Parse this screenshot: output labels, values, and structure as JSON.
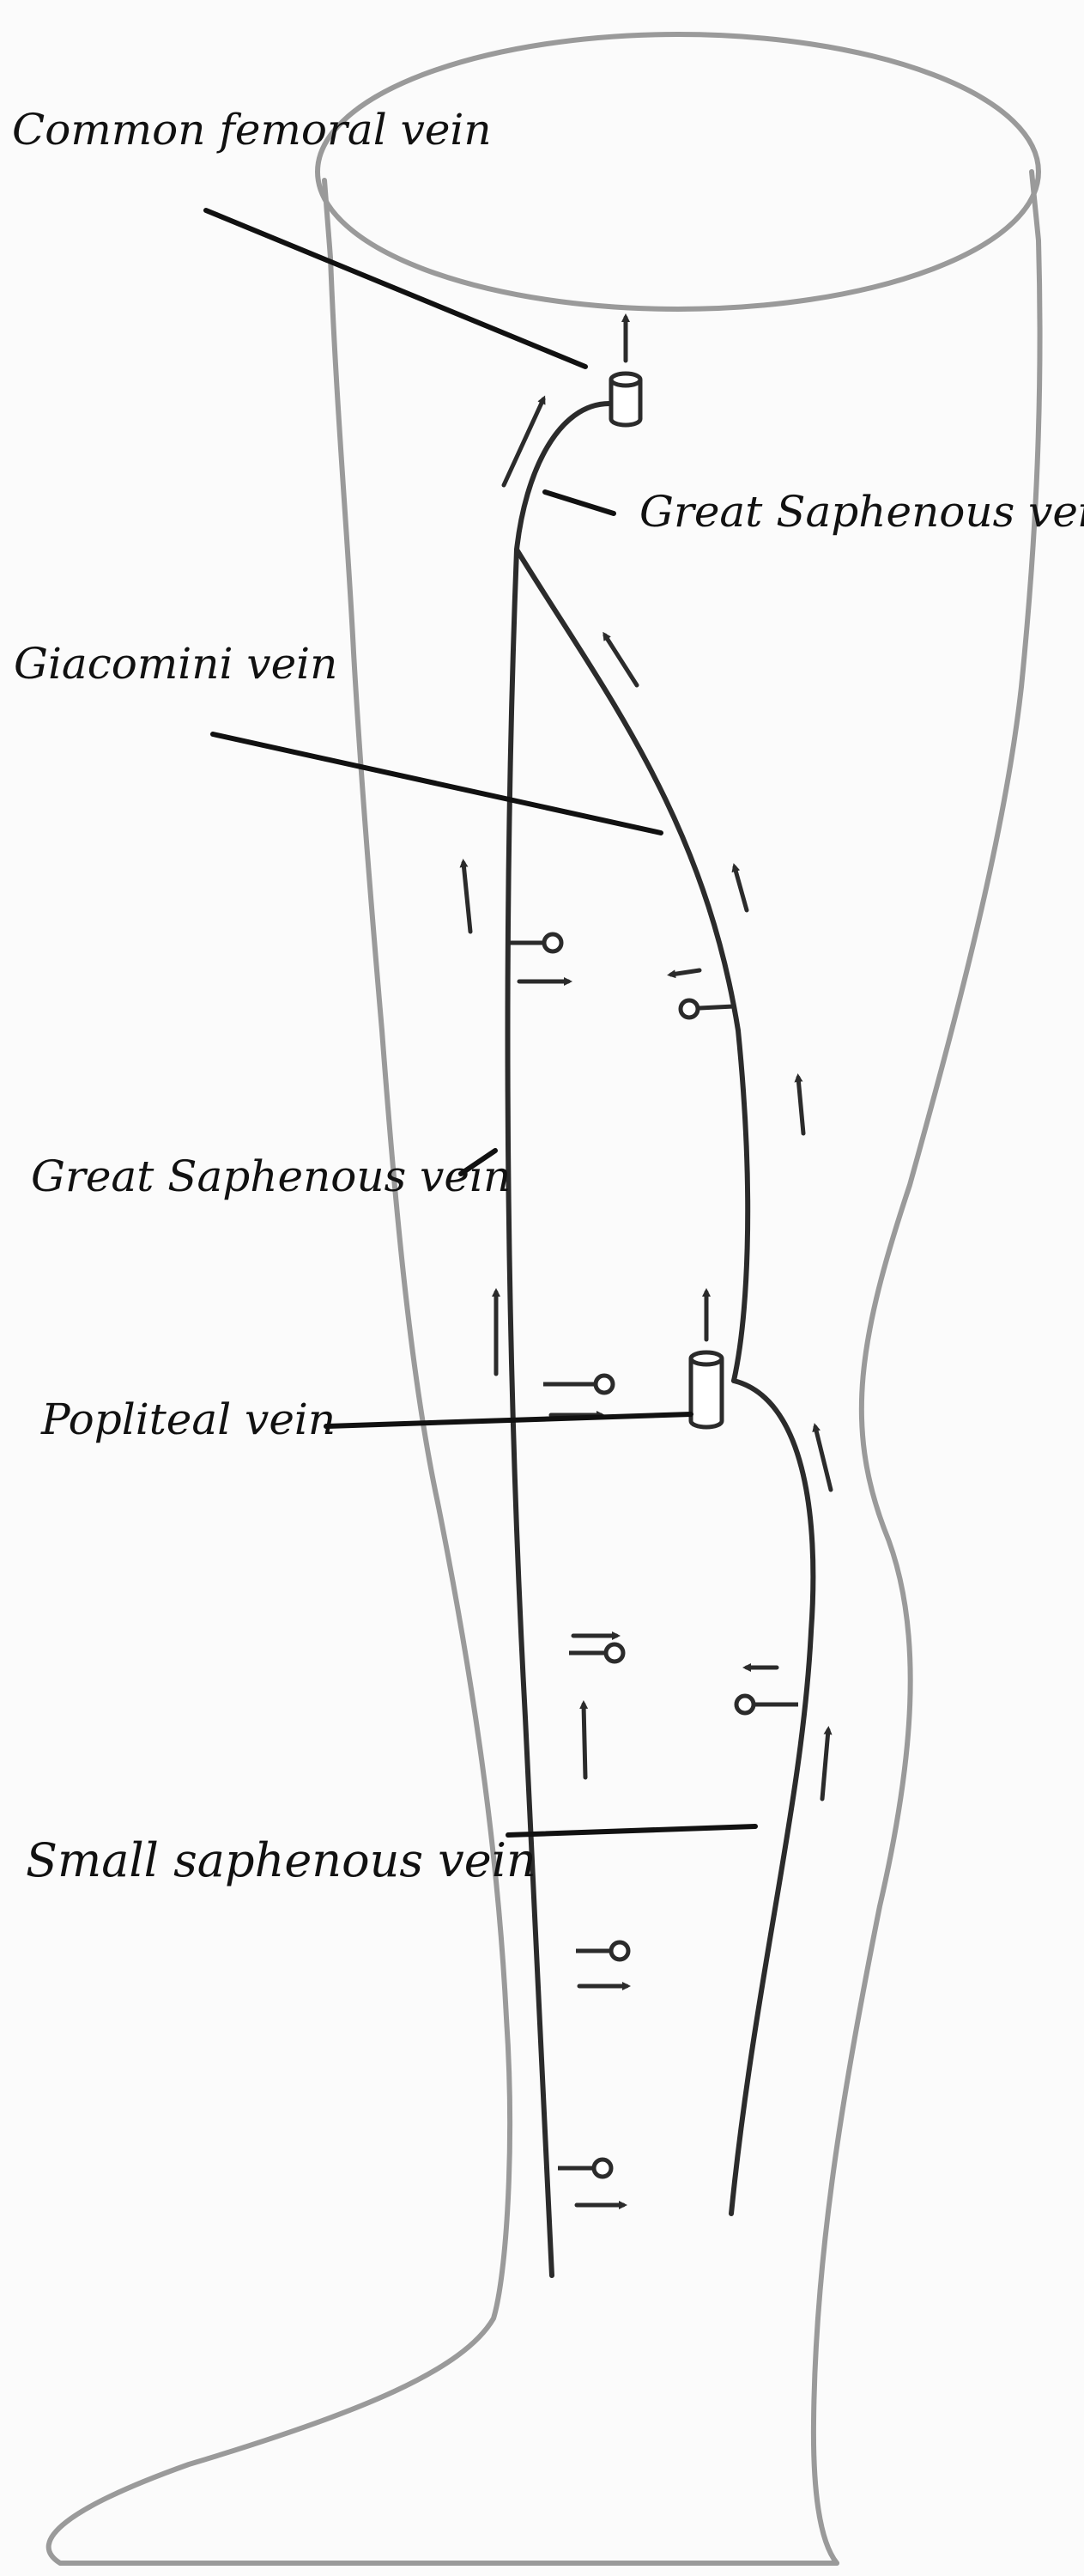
{
  "labels": {
    "common_femoral_vein": "Common femoral vein",
    "great_saphenous_vein_upper": "Great Saphenous vein",
    "giacomini_vein": "Giacomini vein",
    "great_saphenous_vein_mid": "Great Saphenous vein",
    "popliteal_vein": "Popliteal vein",
    "small_saphenous_vein": "Small saphenous vein"
  },
  "colors": {
    "leg_outline": "#9a9a9a",
    "vein": "#2b2b2b",
    "label": "#111111",
    "background": "#fbfbfb"
  },
  "icons": {
    "flow_direction": "arrow-icon",
    "perforator": "perforator-icon",
    "junction": "junction-cylinder-icon"
  }
}
